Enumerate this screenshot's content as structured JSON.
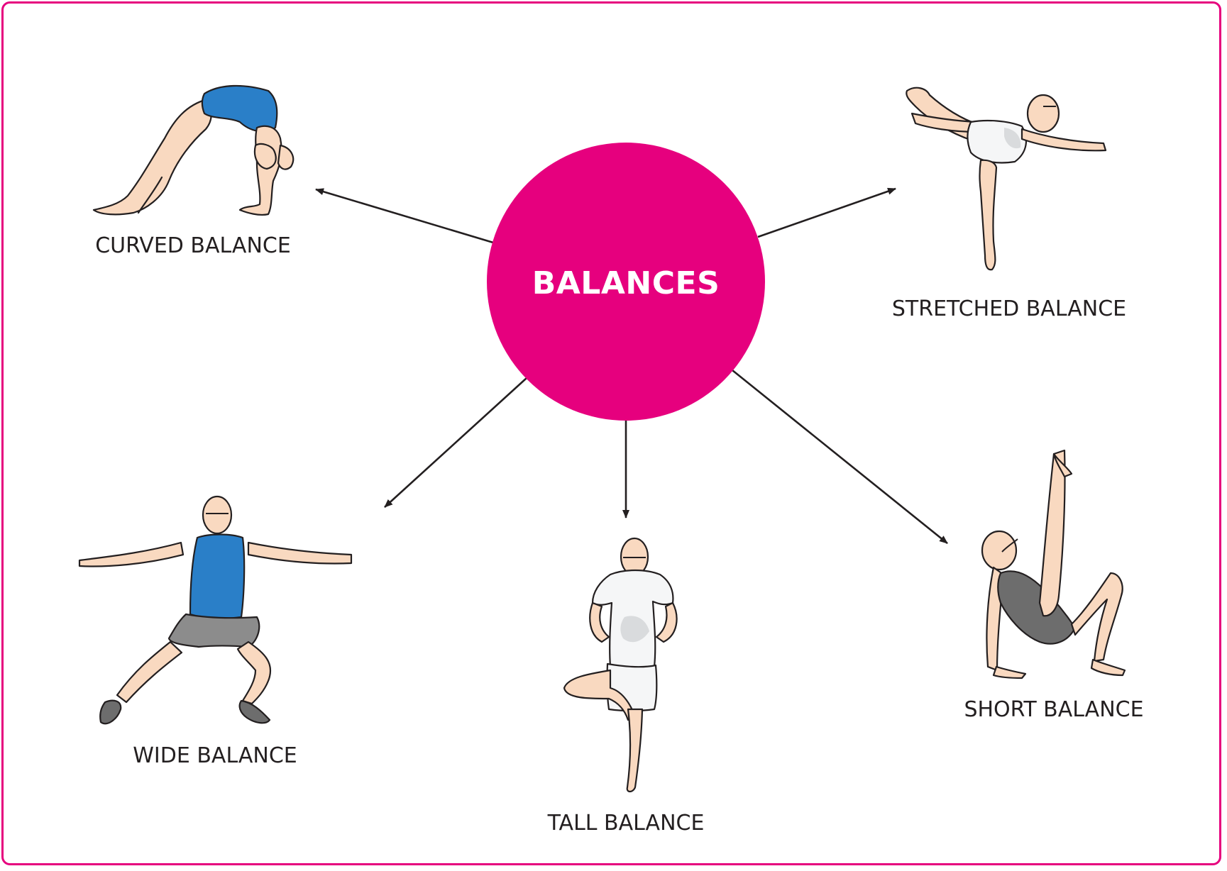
{
  "diagram": {
    "hub": {
      "label": "BALANCES",
      "color": "#e6007e"
    },
    "nodes": [
      {
        "id": "curved",
        "label": "CURVED BALANCE",
        "outfit_color": "#2a7fc8"
      },
      {
        "id": "stretched",
        "label": "STRETCHED BALANCE",
        "outfit_color": "#f5f6f7"
      },
      {
        "id": "wide",
        "label": "WIDE BALANCE",
        "outfit_color": "#2a7fc8"
      },
      {
        "id": "tall",
        "label": "TALL BALANCE",
        "outfit_color": "#f5f6f7"
      },
      {
        "id": "short",
        "label": "SHORT BALANCE",
        "outfit_color": "#8c8c8c"
      }
    ],
    "border_color": "#e6007e"
  }
}
